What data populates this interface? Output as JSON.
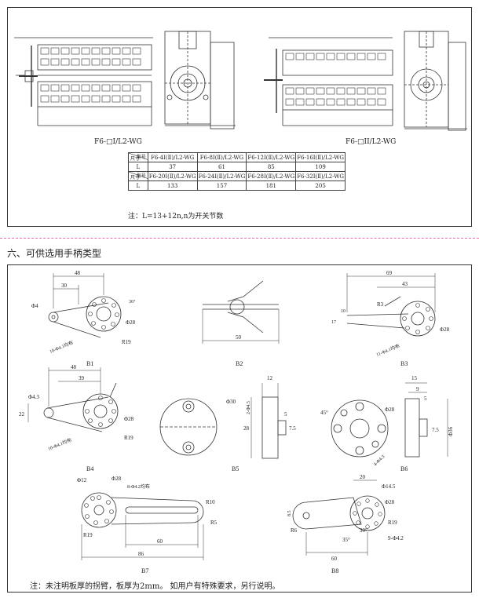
{
  "top": {
    "caption_left": "F6-□I/L2-WG",
    "caption_right": "F6-□II/L2-WG",
    "table": {
      "corner_top": "型号",
      "corner_bottom": "尺寸",
      "row_label": "L",
      "models_1": [
        "F6-4Ⅰ(Ⅱ)/L2-WG",
        "F6-8Ⅰ(Ⅱ)/L2-WG",
        "F6-12Ⅰ(Ⅱ)/L2-WG",
        "F6-16Ⅰ(Ⅱ)/L2-WG"
      ],
      "values_1": [
        "37",
        "61",
        "85",
        "109"
      ],
      "models_2": [
        "F6-20Ⅰ(Ⅱ)/L2-WG",
        "F6-24Ⅰ(Ⅱ)/L2-WG",
        "F6-28Ⅰ(Ⅱ)/L2-WG",
        "F6-32Ⅰ(Ⅱ)/L2-WG"
      ],
      "values_2": [
        "133",
        "157",
        "181",
        "205"
      ]
    },
    "note": "注：L=13+12n,n为开关节数"
  },
  "section_heading": "六、可供选用手柄类型",
  "handles": {
    "b1": {
      "label": "B1",
      "dims": [
        "48",
        "30",
        "R19",
        "Φ28",
        "Φ4",
        "10-Φ4.1均布",
        "36°"
      ]
    },
    "b2": {
      "label": "B2",
      "dims": [
        "50"
      ]
    },
    "b3": {
      "label": "B3",
      "dims": [
        "69",
        "43",
        "R3",
        "Φ28",
        "17",
        "10",
        "11-Φ4.1均布"
      ]
    },
    "b4": {
      "label": "B4",
      "dims": [
        "48",
        "39",
        "Φ4.3",
        "22",
        "R19",
        "Φ28",
        "10-Φ4.1均布"
      ]
    },
    "b5": {
      "label": "B5",
      "dims": [
        "Φ30",
        "12",
        "5",
        "2-Φ4.5",
        "28",
        "7.5"
      ]
    },
    "b6": {
      "label": "B6",
      "dims": [
        "15",
        "9",
        "5",
        "45°",
        "Φ28",
        "4-Φ4.3",
        "7.5",
        "Φ36"
      ]
    },
    "b7": {
      "label": "B7",
      "dims": [
        "Φ12",
        "Φ28",
        "8-Φ4.2均布",
        "R10",
        "R5",
        "R19",
        "60",
        "86"
      ]
    },
    "b8": {
      "label": "B8",
      "dims": [
        "20",
        "Φ14.5",
        "Φ28",
        "R19",
        "9-Φ4.2",
        "R6",
        "8.5",
        "60",
        "35°",
        "30°"
      ]
    }
  },
  "footnote": "注：未注明板厚的拐臂，板厚为2mm。  如用户有特殊要求，另行说明。",
  "colors": {
    "divider": "#e36aa5",
    "line": "#333333"
  }
}
